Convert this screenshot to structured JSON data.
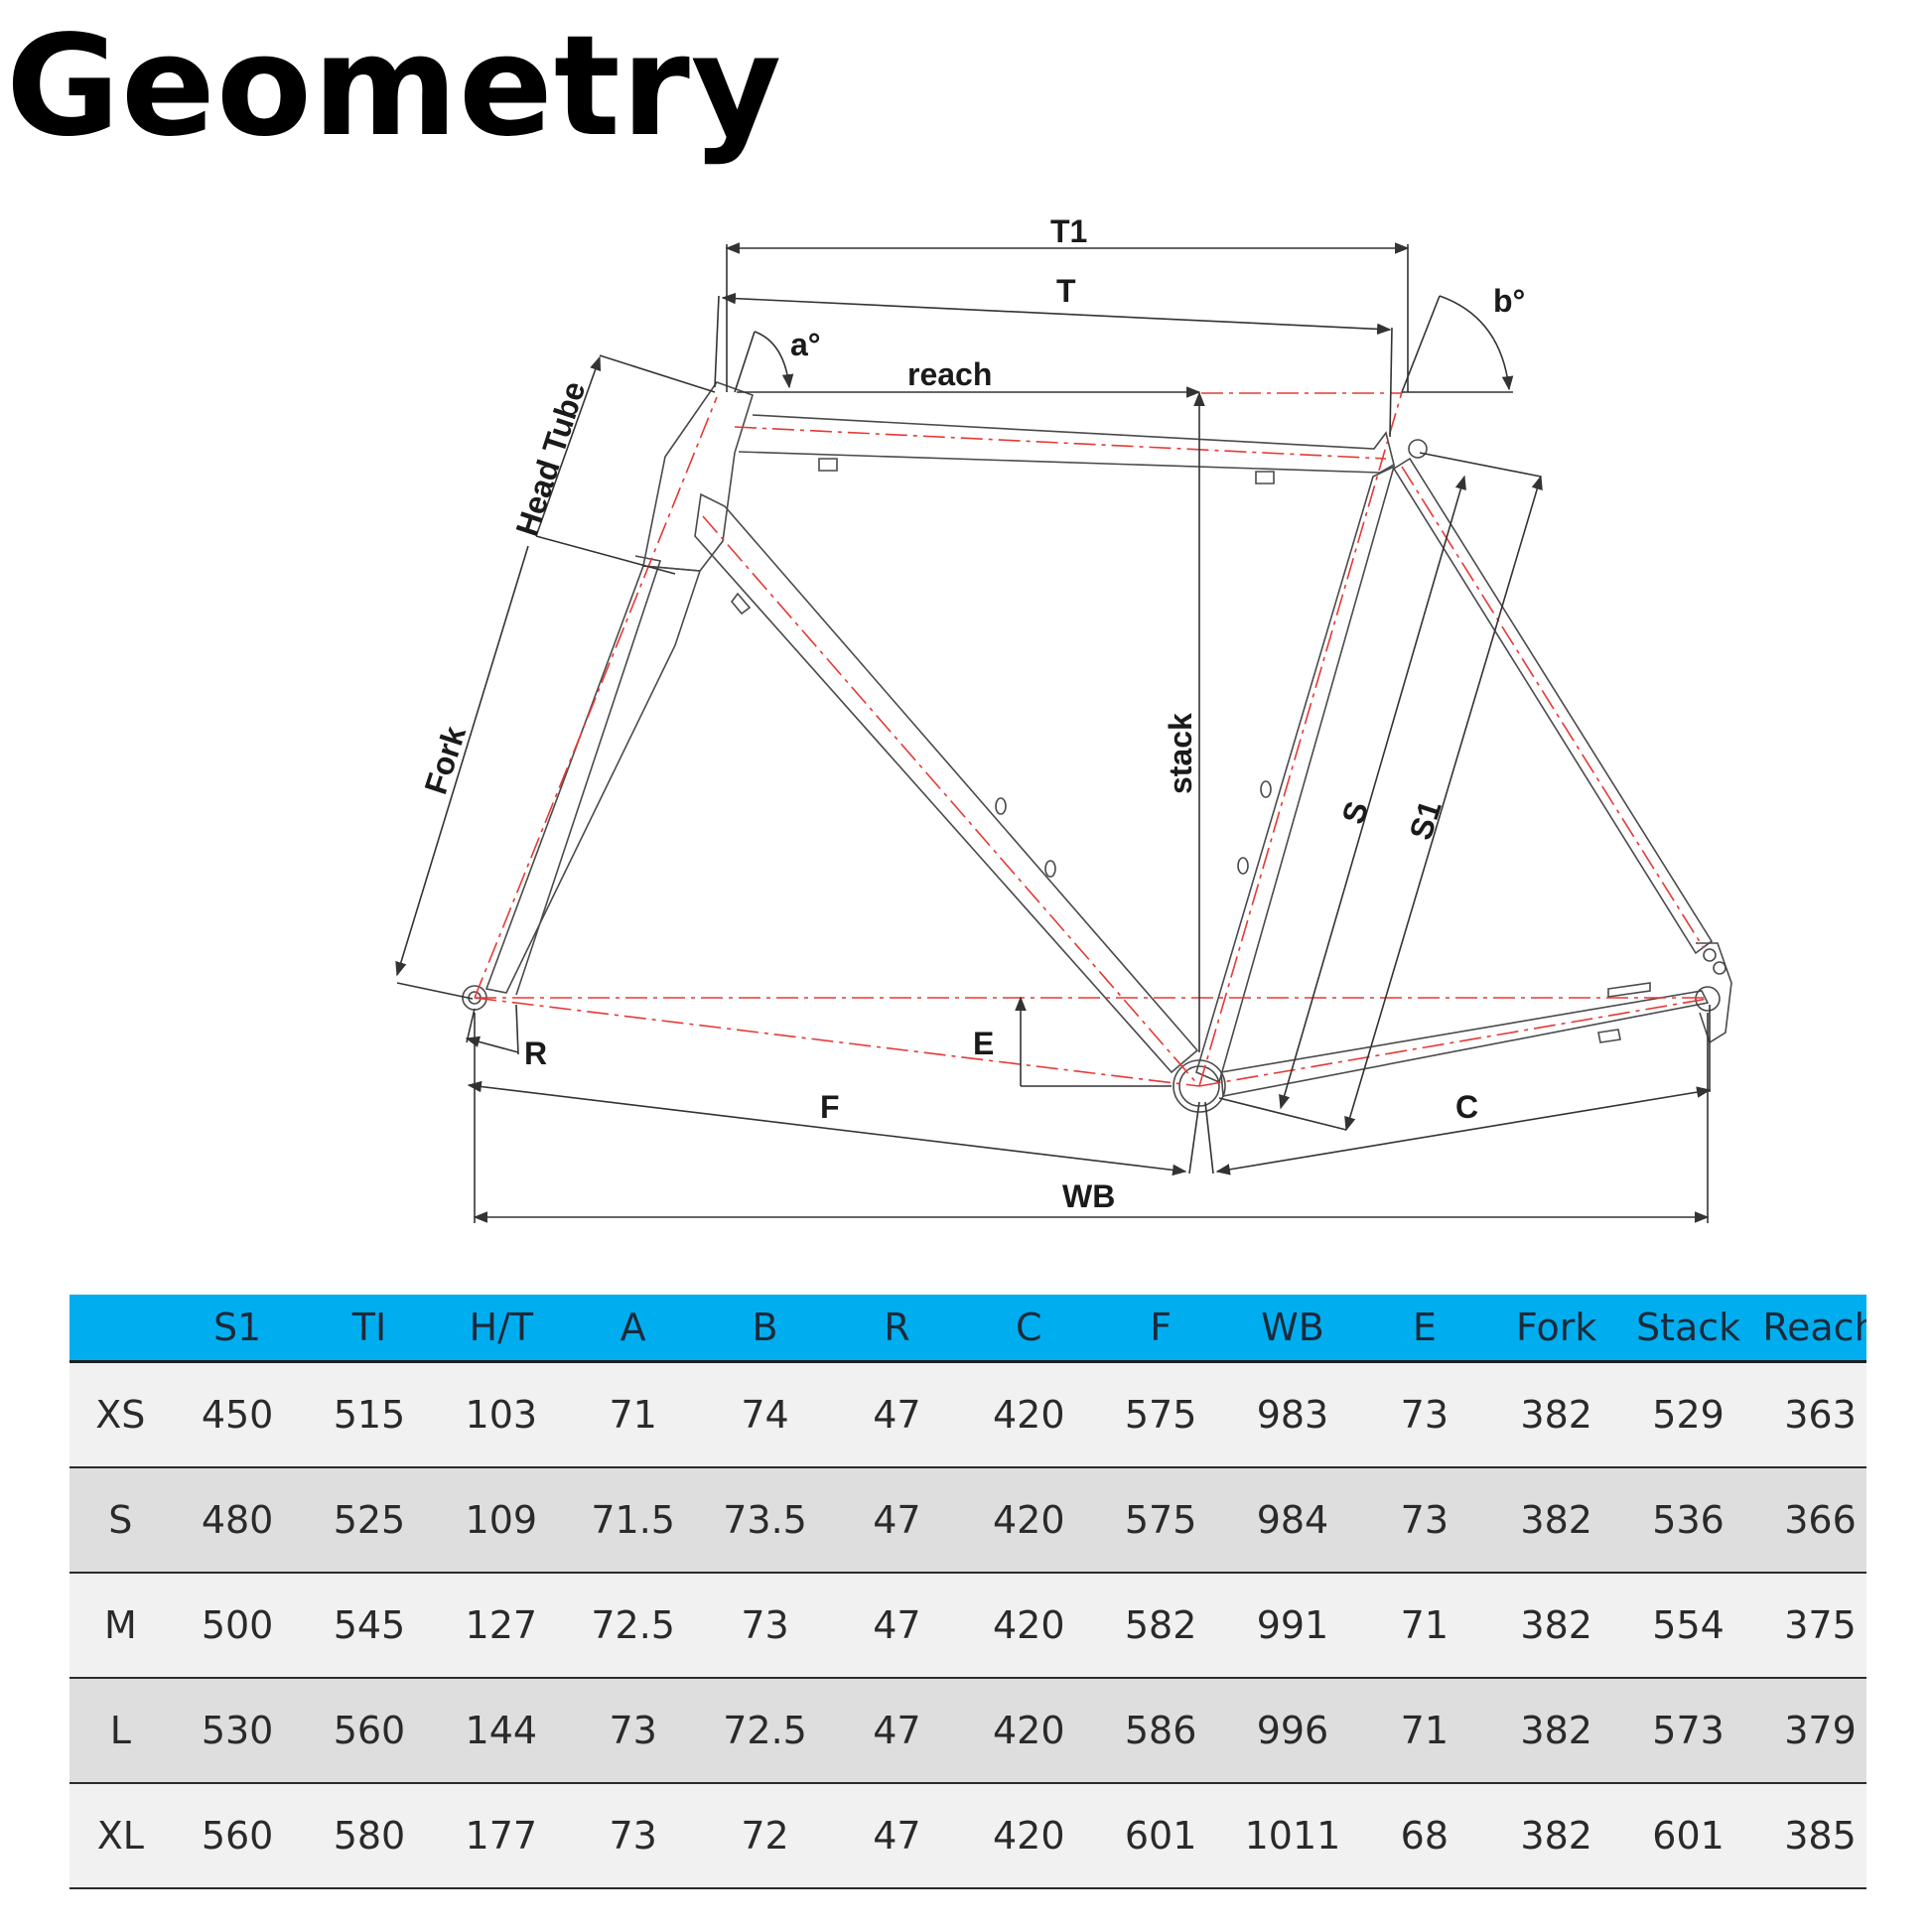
{
  "page": {
    "title": "Geometry"
  },
  "diagram": {
    "labels": {
      "t1": "T1",
      "t": "T",
      "a_angle": "a°",
      "b_angle": "b°",
      "reach": "reach",
      "head_tube": "Head Tube",
      "fork": "Fork",
      "stack": "stack",
      "s": "S",
      "s1": "S1",
      "r": "R",
      "e": "E",
      "f": "F",
      "c": "C",
      "wb": "WB"
    },
    "colors": {
      "frame": "#4a4a4a",
      "centerline": "#e53935",
      "header": "#00aeef"
    }
  },
  "table": {
    "columns": [
      "",
      "S1",
      "TI",
      "H/T",
      "A",
      "B",
      "R",
      "C",
      "F",
      "WB",
      "E",
      "Fork",
      "Stack",
      "Reach"
    ],
    "rows": [
      [
        "XS",
        "450",
        "515",
        "103",
        "71",
        "74",
        "47",
        "420",
        "575",
        "983",
        "73",
        "382",
        "529",
        "363"
      ],
      [
        "S",
        "480",
        "525",
        "109",
        "71.5",
        "73.5",
        "47",
        "420",
        "575",
        "984",
        "73",
        "382",
        "536",
        "366"
      ],
      [
        "M",
        "500",
        "545",
        "127",
        "72.5",
        "73",
        "47",
        "420",
        "582",
        "991",
        "71",
        "382",
        "554",
        "375"
      ],
      [
        "L",
        "530",
        "560",
        "144",
        "73",
        "72.5",
        "47",
        "420",
        "586",
        "996",
        "71",
        "382",
        "573",
        "379"
      ],
      [
        "XL",
        "560",
        "580",
        "177",
        "73",
        "72",
        "47",
        "420",
        "601",
        "1011",
        "68",
        "382",
        "601",
        "385"
      ]
    ]
  }
}
